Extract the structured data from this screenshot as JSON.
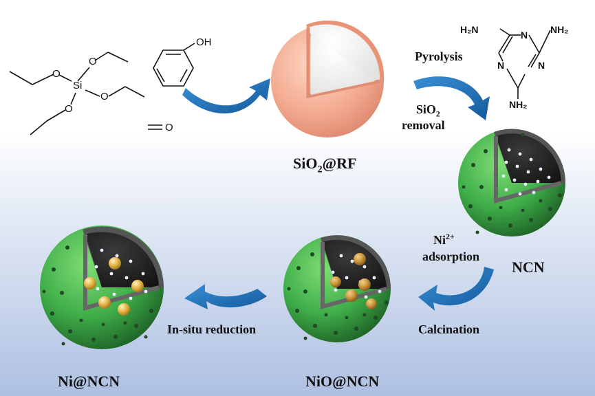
{
  "labels": {
    "sio2_rf": {
      "main": "SiO",
      "sub": "2",
      "tail": "@RF"
    },
    "pyrolysis": "Pyrolysis",
    "sio2_removal": {
      "main": "SiO",
      "sub": "2",
      "line2": "removal"
    },
    "ncn": "NCN",
    "ni_adsorption": {
      "main": "Ni",
      "sup": "2+",
      "line2": "adsorption"
    },
    "calcination": "Calcination",
    "in_situ_reduction": "In-situ reduction",
    "nio_ncn": "NiO@NCN",
    "ni_ncn": "Ni@NCN"
  },
  "chemistry": {
    "teos": {
      "si": "Si",
      "o1": "O",
      "o2": "O",
      "o3": "O",
      "o4": "O"
    },
    "phenol": {
      "oh": "OH"
    },
    "formaldehyde": {
      "o": "O"
    },
    "melamine": {
      "nh2_a": "H₂N",
      "nh2_b": "NH₂",
      "nh2_c": "NH₂",
      "n1": "N",
      "n2": "N",
      "n3": "N"
    }
  },
  "colors": {
    "shell_green": "#3fae49",
    "rf_shell": "#f2a98e",
    "arrow_blue": "#1e73be",
    "core_dark": "#262626",
    "ni_particle": "#e8b84a",
    "nio_particle": "#c9953b"
  }
}
